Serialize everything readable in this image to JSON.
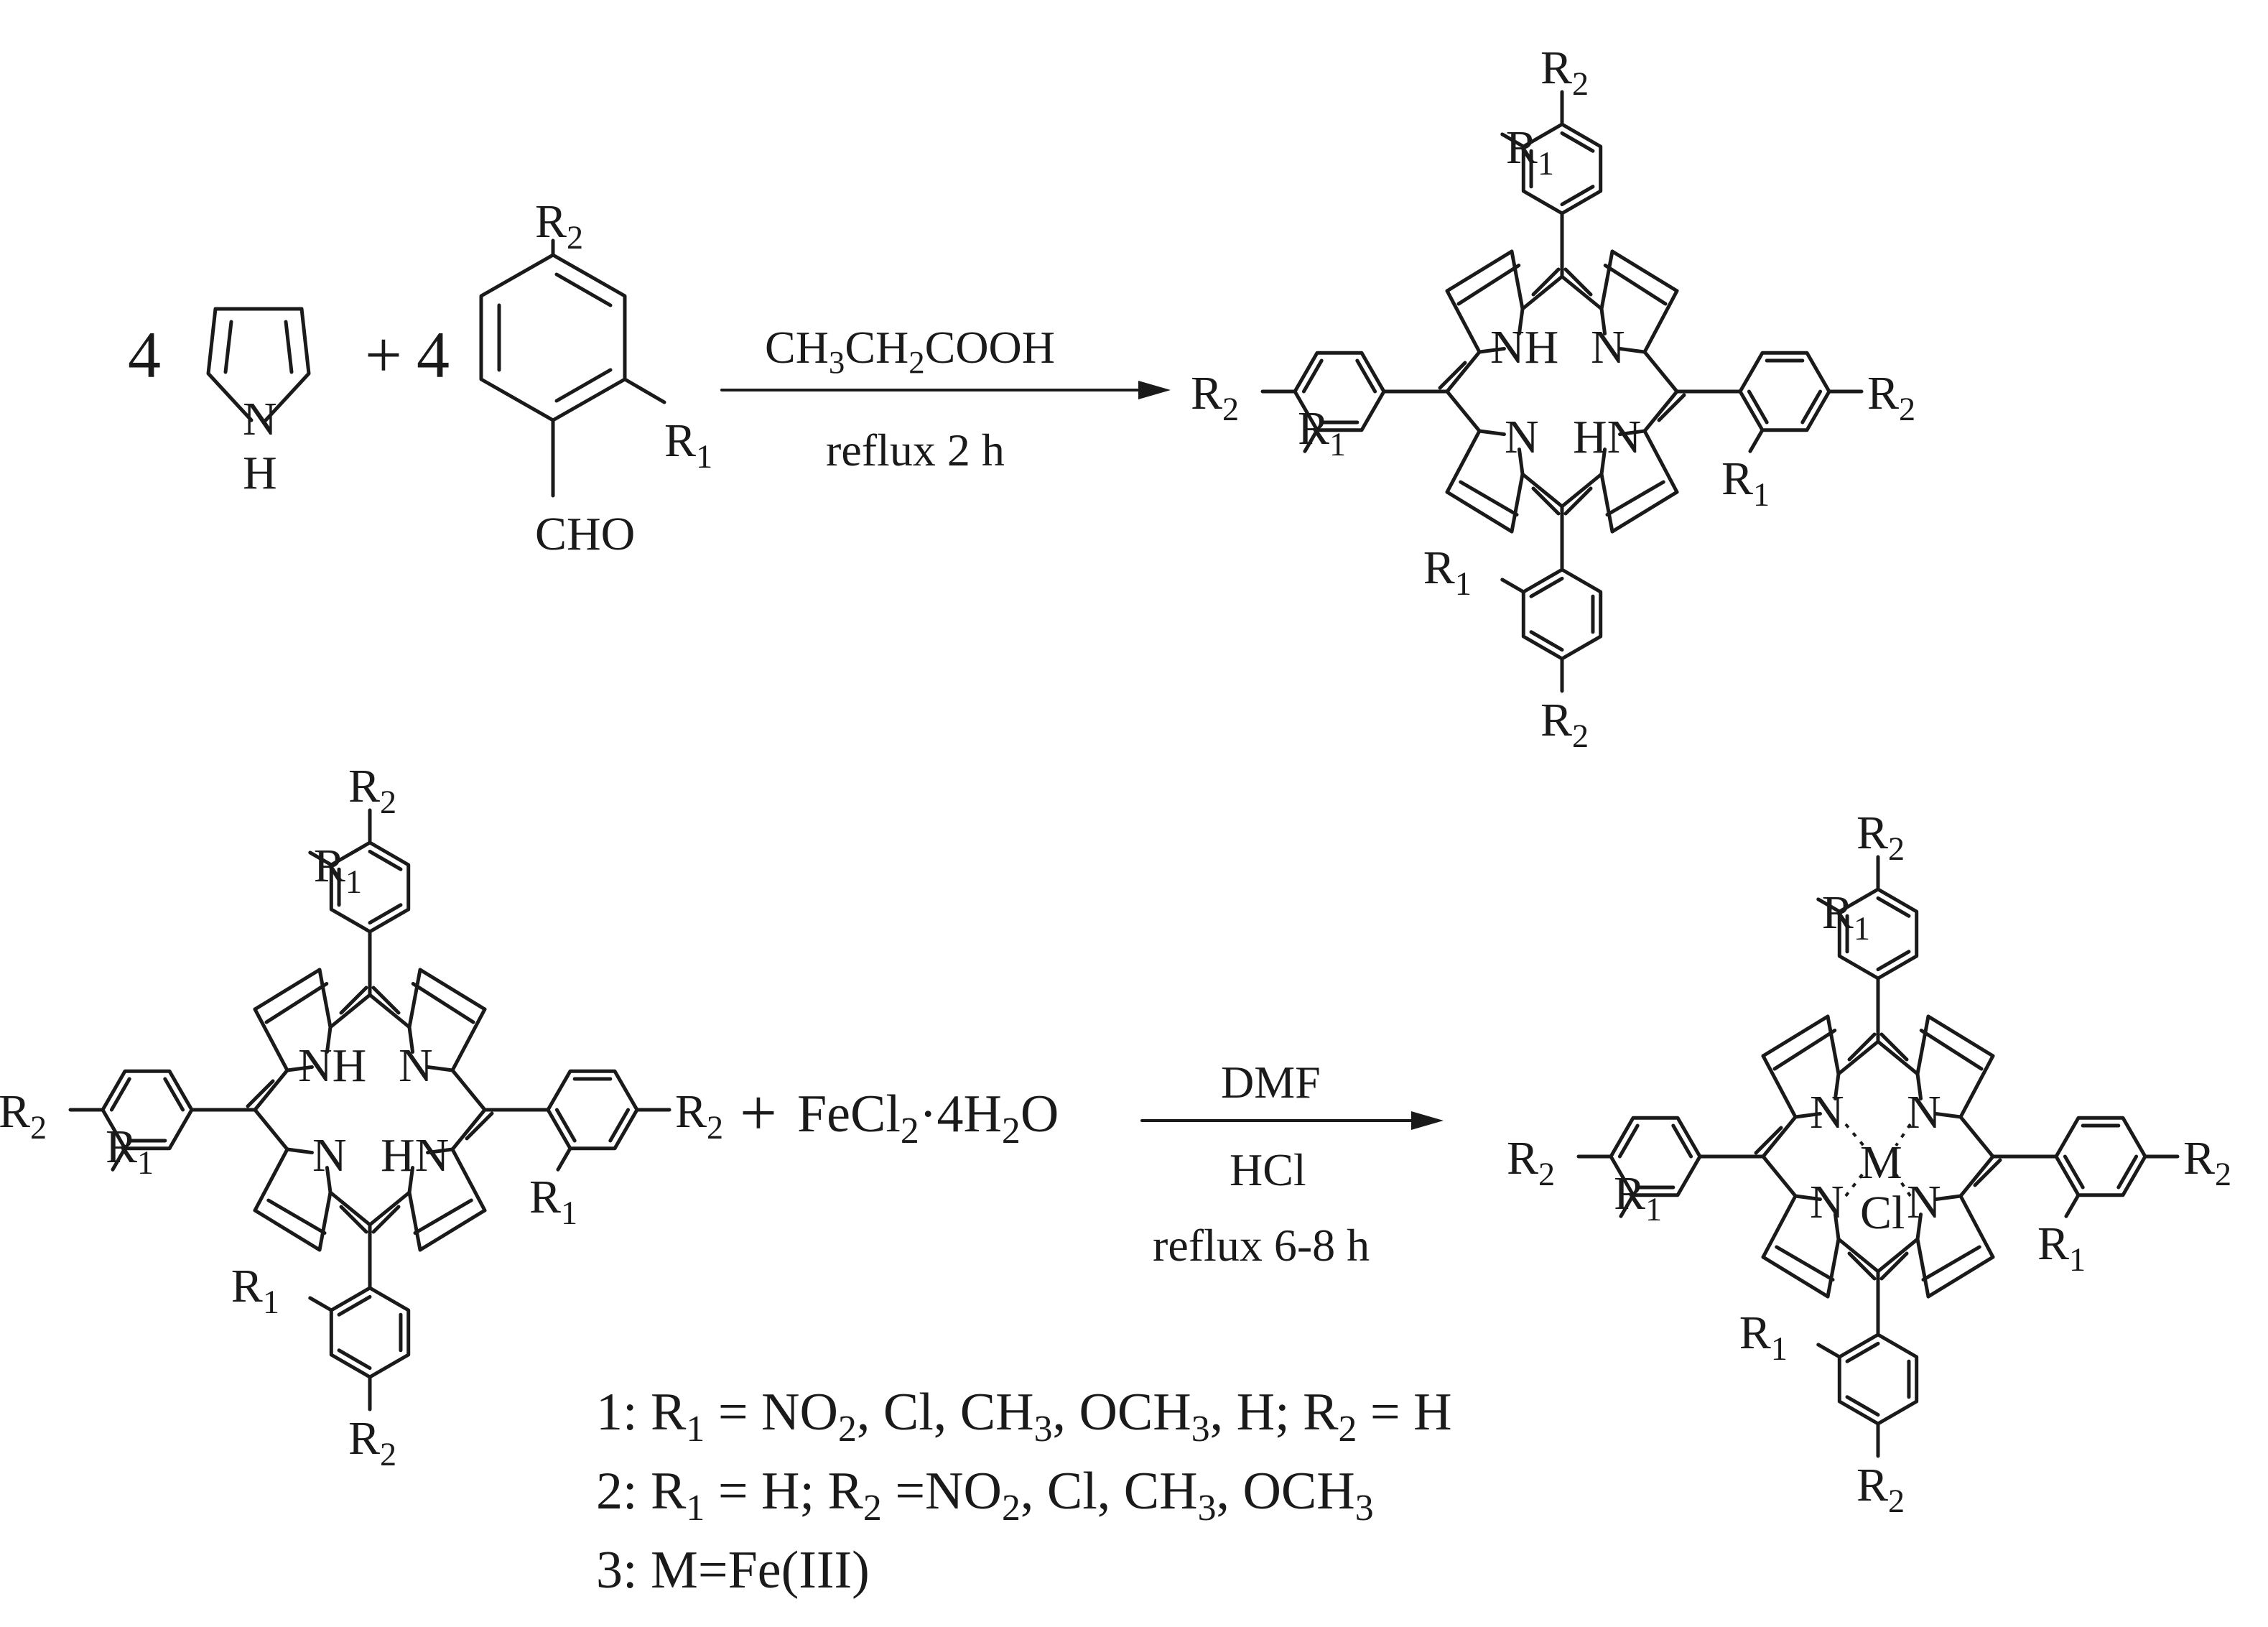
{
  "reaction1": {
    "coefficient_pyrrole": "4",
    "plus": "+",
    "coefficient_aldehyde": "4",
    "pyrrole_N": "N",
    "pyrrole_H": "H",
    "aldehyde_group": "CHO",
    "reagent": {
      "t1": "CH",
      "s1": "3",
      "t2": "CH",
      "s2": "2",
      "t3": "COOH"
    },
    "condition": "reflux 2 h"
  },
  "reaction2": {
    "plus": "+",
    "reagent": {
      "t1": "FeCl",
      "s1": "2",
      "t2": "·4H",
      "s2": "2",
      "t3": "O"
    },
    "solvent": "DMF",
    "acid": "HCl",
    "condition": "reflux 6-8 h"
  },
  "substituent_labels": {
    "R": "R",
    "one": "1",
    "two": "2",
    "NH": "NH",
    "N": "N",
    "HN": "HN",
    "M": "M",
    "Cl": "Cl"
  },
  "notes": [
    {
      "prefix": "1: R",
      "p1": "1",
      "m1": " = NO",
      "p2": "2",
      "m2": ", Cl, CH",
      "p3": "3",
      "m3": ", OCH",
      "p4": "3",
      "m4": ", H; R",
      "p5": "2",
      "m5": " = H"
    },
    {
      "prefix": "2: R",
      "p1": "1",
      "m1": " = H; R",
      "p2": "2",
      "m2": " =NO",
      "p3": "2",
      "m3": ", Cl, CH",
      "p4": "3",
      "m4": ", OCH",
      "p5": "3",
      "m5": ""
    },
    {
      "prefix": "3: M=Fe(III)"
    }
  ]
}
